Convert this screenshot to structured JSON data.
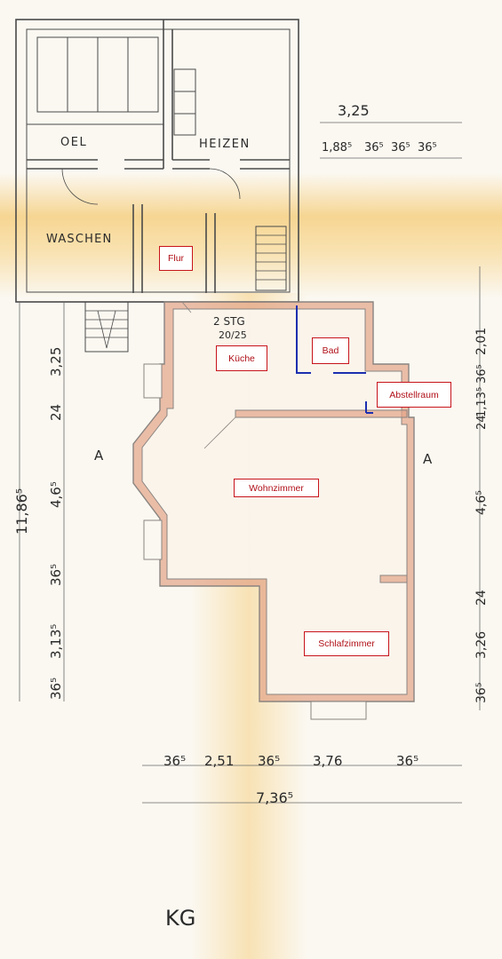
{
  "plan": {
    "floor_label": "KG",
    "stamp_line1": "2 STG",
    "stamp_line2": "20/25"
  },
  "rooms_handwritten": {
    "oel": "OEL",
    "heizen": "HEIZEN",
    "waschen": "WASCHEN"
  },
  "rooms": {
    "flur": "Flur",
    "kueche": "Küche",
    "bad": "Bad",
    "abstellraum": "Abstellraum",
    "wohnzimmer": "Wohnzimmer",
    "schlafzimmer": "Schlafzimmer"
  },
  "section_marks": {
    "left": "A",
    "right": "A"
  },
  "dimensions": {
    "top_total": "3,25",
    "top_parts": [
      "1,88⁵",
      "36⁵",
      "36⁵",
      "36⁵"
    ],
    "left": [
      "3,25",
      "24",
      "4,6⁵",
      "36⁵",
      "3,13⁵",
      "36⁵"
    ],
    "left_total": "11,86⁵",
    "right": [
      "2,01",
      "36⁵",
      "1,13⁵",
      "24",
      "4,6⁵",
      "24",
      "3,26",
      "36⁵"
    ],
    "bottom": [
      "36⁵",
      "2,51",
      "36⁵",
      "3,76",
      "36⁵"
    ],
    "bottom_total": "7,36⁵"
  },
  "colors": {
    "wall_pencil": "#4a4a4a",
    "wall_orange": "#e2a488",
    "wall_grey": "#8a8480",
    "label_red": "#c8141c",
    "bad_blue": "#1c2fb0",
    "stain": "#f2b944",
    "paper": "#fbf8f1"
  }
}
